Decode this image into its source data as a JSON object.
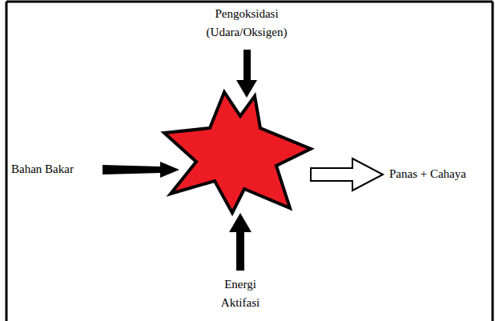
{
  "diagram": {
    "labels": [
      "Pengoksidasi (Udara/Oksigen)",
      "Bahan Bakar",
      "Panas + Cahaya",
      "Energi Aktifasi"
    ]
  }
}
